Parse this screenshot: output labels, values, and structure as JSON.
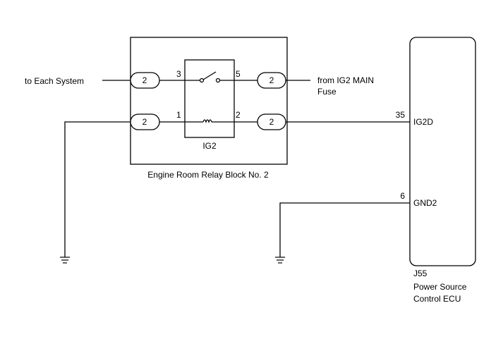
{
  "labels": {
    "to_each_system": "to Each System",
    "from_ig2_main_line1": "from IG2 MAIN",
    "from_ig2_main_line2": "Fuse",
    "relay_name": "IG2",
    "relay_block": "Engine Room Relay Block No. 2",
    "ecu_code": "J55",
    "ecu_name_line1": "Power Source",
    "ecu_name_line2": "Control ECU"
  },
  "connectors": {
    "left_top": "2",
    "right_top": "2",
    "left_bottom": "2",
    "right_bottom": "2"
  },
  "relay_pins": {
    "pin3": "3",
    "pin5": "5",
    "pin1": "1",
    "pin2": "2"
  },
  "ecu_pins": {
    "ig2d_pin": "35",
    "ig2d_name": "IG2D",
    "gnd2_pin": "6",
    "gnd2_name": "GND2"
  }
}
